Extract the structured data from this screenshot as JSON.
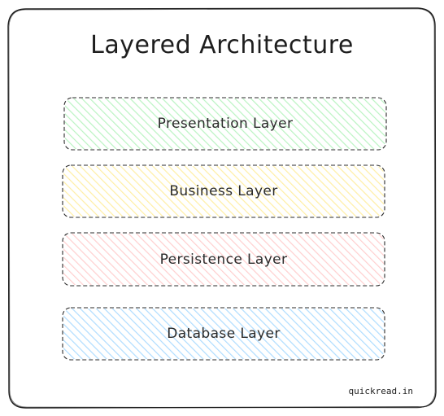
{
  "title": "Layered Architecture",
  "layers": [
    {
      "label": "Presentation Layer",
      "fill": "#b2f2bb",
      "stroke": "#2b2b2b"
    },
    {
      "label": "Business Layer",
      "fill": "#ffec99",
      "stroke": "#2b2b2b"
    },
    {
      "label": "Persistence Layer",
      "fill": "#ffc9c9",
      "stroke": "#2b2b2b"
    },
    {
      "label": "Database Layer",
      "fill": "#a5d8ff",
      "stroke": "#2b2b2b"
    }
  ],
  "watermark": "quickread.in",
  "colors": {
    "frame_stroke": "#1e1e1e",
    "background": "#ffffff"
  }
}
